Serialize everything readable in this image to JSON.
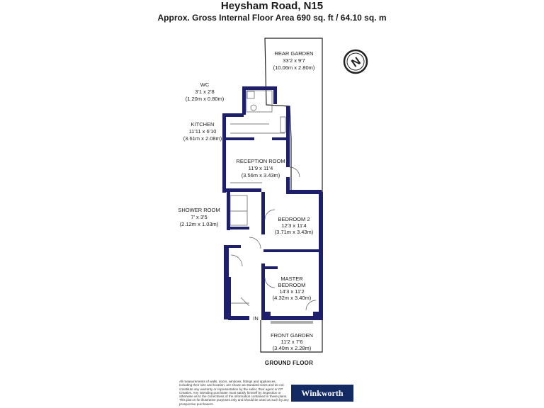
{
  "title": "Heysham Road, N15",
  "subtitle": "Approx. Gross Internal Floor Area 690 sq. ft / 64.10 sq. m",
  "floor_label": "GROUND FLOOR",
  "entrance_label": "IN",
  "rooms": [
    {
      "id": "rear-garden",
      "name": "REAR GARDEN",
      "imperial": "33'2 x 9'7",
      "metric": "(10.06m x 2.80m)"
    },
    {
      "id": "wc",
      "name": "WC",
      "imperial": "3'1 x 2'8",
      "metric": "(1.20m x 0.80m)"
    },
    {
      "id": "kitchen",
      "name": "KITCHEN",
      "imperial": "11'11 x 6'10",
      "metric": "(3.61m x 2.08m)"
    },
    {
      "id": "reception-room",
      "name": "RECEPTION ROOM",
      "imperial": "11'9 x 11'4",
      "metric": "(3.56m x 3.43m)"
    },
    {
      "id": "shower-room",
      "name": "SHOWER ROOM",
      "imperial": "7' x 3'5",
      "metric": "(2.12m x 1.03m)"
    },
    {
      "id": "bedroom-2",
      "name": "BEDROOM 2",
      "imperial": "12'3 x 11'4",
      "metric": "(3.71m x 3.43m)"
    },
    {
      "id": "master-bedroom",
      "name": "MASTER",
      "name2": "BEDROOM",
      "imperial": "14'3 x 11'2",
      "metric": "(4.32m x 3.40m)"
    },
    {
      "id": "front-garden",
      "name": "FRONT GARDEN",
      "imperial": "11'2 x 7'6",
      "metric": "(3.40m x 2.28m)"
    }
  ],
  "compass": {
    "glyph": "N"
  },
  "disclaimer": "All measurements of walls, doors, windows, fittings and appliances, including their size and location, are shown as standard sizes and do not constitute any warranty or representation by the seller, their agent or CP Creative. Any intending purchaser must satisfy himself by inspection or otherwise as to the correctness of the information contained in these plans. This plan is for illustrative purposes only and should be used as such by any prospective purchasers.",
  "logo_text": "Winkworth",
  "colors": {
    "wall": "#1e1f6b",
    "outline": "#222222",
    "logo_bg": "#142a63"
  }
}
